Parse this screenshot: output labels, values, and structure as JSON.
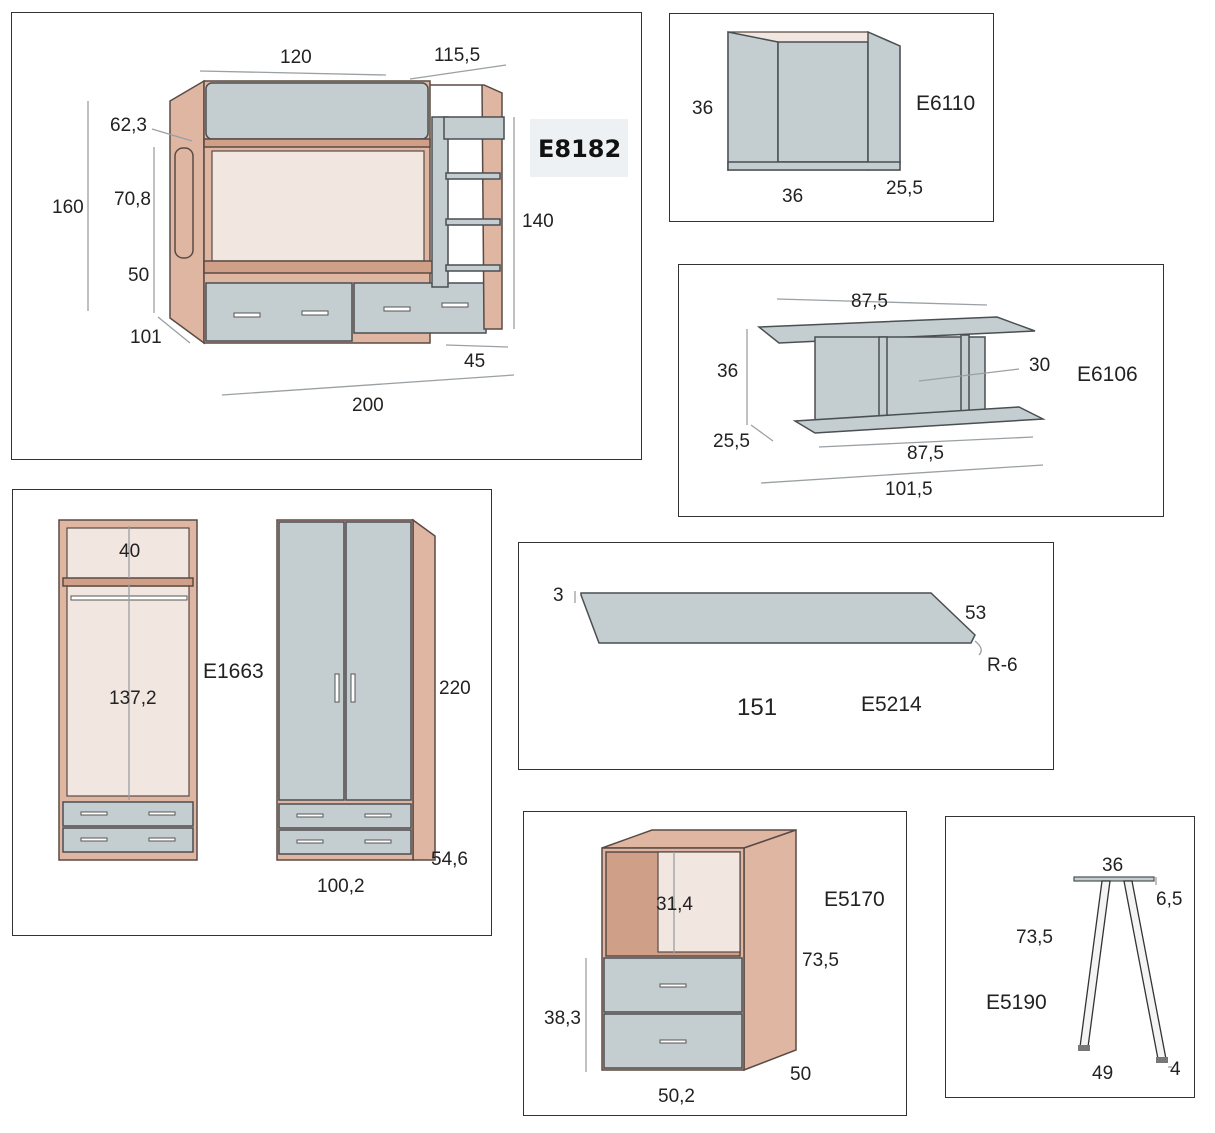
{
  "panels": {
    "bunk": {
      "code": "E8182",
      "dims": {
        "w120": "120",
        "d115": "115,5",
        "h62": "62,3",
        "h160": "160",
        "h708": "70,8",
        "h50": "50",
        "d101": "101",
        "h140": "140",
        "w45": "45",
        "w200": "200"
      }
    },
    "cube": {
      "code": "E6110",
      "dims": {
        "h36": "36",
        "w36": "36",
        "d255": "25,5"
      }
    },
    "shelf": {
      "code": "E6106",
      "dims": {
        "top875": "87,5",
        "h36": "36",
        "h30": "30",
        "d255": "25,5",
        "bot875": "87,5",
        "w1015": "101,5"
      }
    },
    "wardrobe": {
      "code": "E1663",
      "dims": {
        "h40": "40",
        "h1372": "137,2",
        "h220": "220",
        "d546": "54,6",
        "w1002": "100,2"
      }
    },
    "desk": {
      "code": "E5214",
      "dims": {
        "t3": "3",
        "d53": "53",
        "r6": "R-6",
        "w151": "151"
      }
    },
    "chest": {
      "code": "E5170",
      "dims": {
        "h314": "31,4",
        "h735": "73,5",
        "h383": "38,3",
        "d50": "50",
        "w502": "50,2"
      }
    },
    "legs": {
      "code": "E5190",
      "dims": {
        "w36": "36",
        "t65": "6,5",
        "h735": "73,5",
        "w49": "49",
        "f4": "4"
      }
    }
  }
}
